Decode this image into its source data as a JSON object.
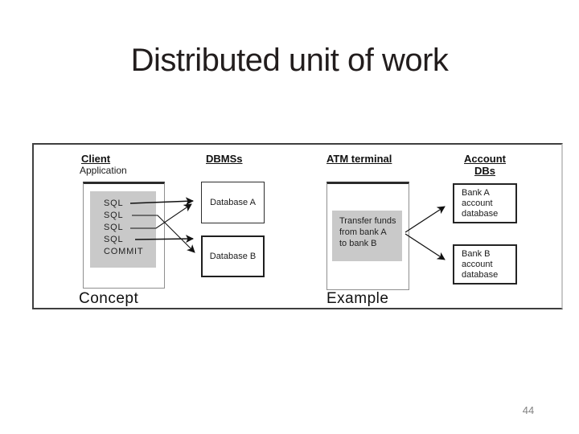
{
  "slide": {
    "title": "Distributed unit of work",
    "page_number": "44"
  },
  "diagram": {
    "concept": {
      "client_heading": "Client",
      "client_subheading": "Application",
      "dbms_heading": "DBMSs",
      "sql_lines": [
        "SQL",
        "SQL",
        "SQL",
        "SQL",
        "COMMIT"
      ],
      "database_a_label": "Database A",
      "database_b_label": "Database B",
      "caption": "Concept"
    },
    "example": {
      "atm_heading": "ATM terminal",
      "account_heading_line1": "Account",
      "account_heading_line2": "DBs",
      "transfer_lines": [
        "Transfer funds",
        "from bank A",
        "to bank B"
      ],
      "bank_a_lines": [
        "Bank A",
        "account",
        "database"
      ],
      "bank_b_lines": [
        "Bank B",
        "account",
        "database"
      ],
      "caption": "Example"
    },
    "colors": {
      "gray_fill": "#c9c9c9",
      "border_dark": "#3f3f3f",
      "arrow_color": "#111111",
      "page_number_gray": "#828282"
    }
  }
}
